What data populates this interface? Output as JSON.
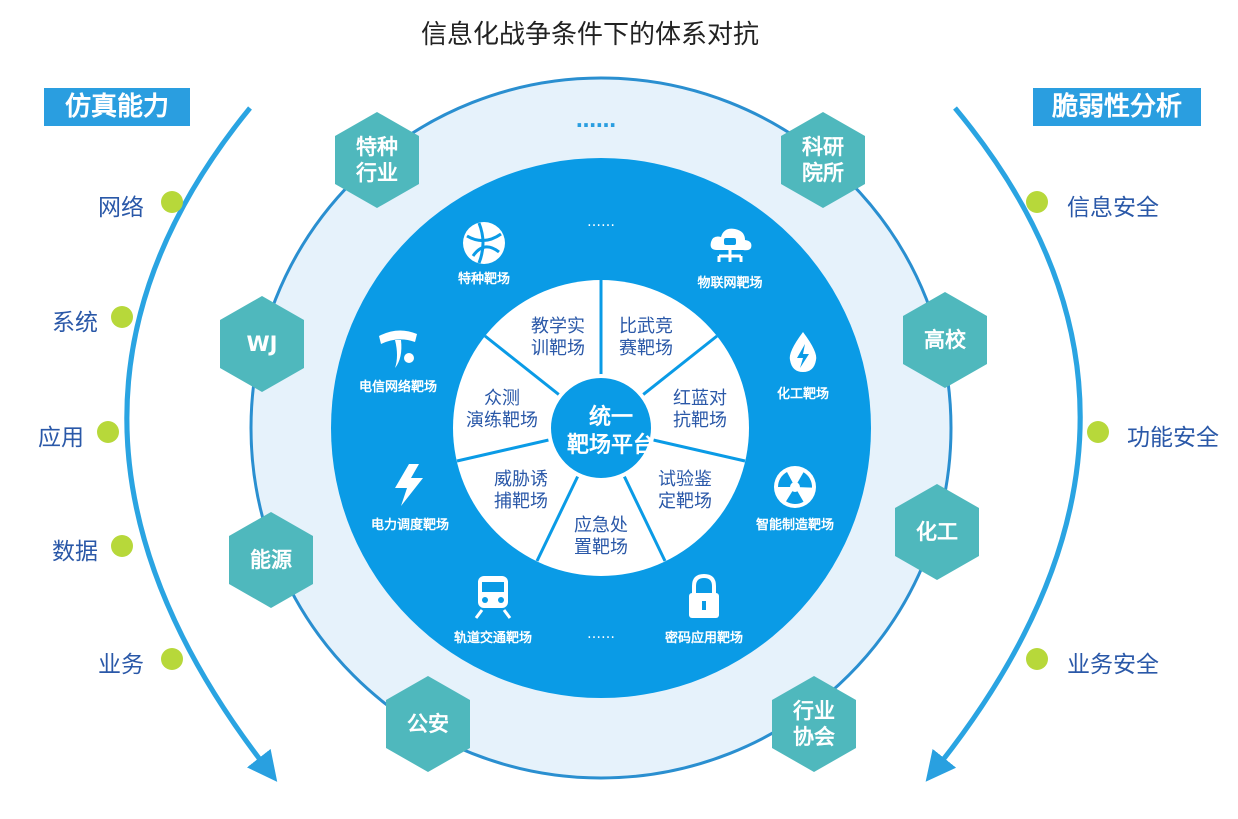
{
  "title": "信息化战争条件下的体系对抗",
  "left_panel": {
    "label": "仿真能力",
    "items": [
      "网络",
      "系统",
      "应用",
      "数据",
      "业务"
    ]
  },
  "right_panel": {
    "label": "脆弱性分析",
    "items": [
      "信息安全",
      "功能安全",
      "业务安全"
    ]
  },
  "outer_ring": {
    "ellipsis": "……",
    "partners": [
      {
        "line1": "特种",
        "line2": "行业"
      },
      {
        "line1": "科研",
        "line2": "院所"
      },
      {
        "line1": "WJ",
        "line2": ""
      },
      {
        "line1": "高校",
        "line2": ""
      },
      {
        "line1": "能源",
        "line2": ""
      },
      {
        "line1": "化工",
        "line2": ""
      },
      {
        "line1": "公安",
        "line2": ""
      },
      {
        "line1": "行业",
        "line2": "协会"
      }
    ]
  },
  "middle_ring": {
    "ellipsis_top": "……",
    "ellipsis_bottom": "……",
    "ranges": [
      {
        "label": "特种靶场",
        "icon": "globe-icon"
      },
      {
        "label": "物联网靶场",
        "icon": "cloud-network-icon"
      },
      {
        "label": "电信网络靶场",
        "icon": "telecom-logo-icon"
      },
      {
        "label": "化工靶场",
        "icon": "water-drop-bolt-icon"
      },
      {
        "label": "电力调度靶场",
        "icon": "lightning-icon"
      },
      {
        "label": "智能制造靶场",
        "icon": "radiation-icon"
      },
      {
        "label": "轨道交通靶场",
        "icon": "train-icon"
      },
      {
        "label": "密码应用靶场",
        "icon": "padlock-icon"
      }
    ]
  },
  "inner_wheel": {
    "center": {
      "line1": "统一",
      "line2": "靶场平台"
    },
    "segments": [
      {
        "line1": "教学实",
        "line2": "训靶场"
      },
      {
        "line1": "比武竞",
        "line2": "赛靶场"
      },
      {
        "line1": "红蓝对",
        "line2": "抗靶场"
      },
      {
        "line1": "试验鉴",
        "line2": "定靶场"
      },
      {
        "line1": "应急处",
        "line2": "置靶场"
      },
      {
        "line1": "威胁诱",
        "line2": "捕靶场"
      },
      {
        "line1": "众测",
        "line2": "演练靶场"
      }
    ]
  },
  "colors": {
    "blue": "#0a9be6",
    "light_ring": "#e6f2fb",
    "teal_hex": "#4fb8bd",
    "dot_green": "#b7d83a",
    "text_blue": "#2a58a8",
    "label_bg": "#2a9ee0"
  }
}
